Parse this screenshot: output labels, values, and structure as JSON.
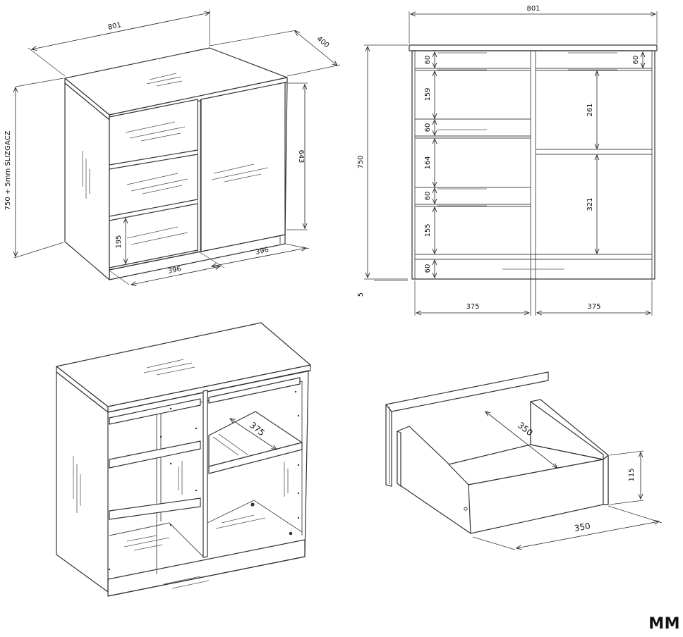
{
  "brand": "MM",
  "iso_view": {
    "width": "801",
    "depth": "400",
    "height_note": "750 + 5mm ŚLIZGACZ",
    "door_height": "643",
    "drawer_height": "195",
    "half_left": "396",
    "half_right": "396"
  },
  "front_view": {
    "width": "801",
    "height": "750",
    "glide": "5",
    "left_col": [
      "60",
      "159",
      "60",
      "164",
      "60",
      "155",
      "60"
    ],
    "right_col": [
      "60",
      "261",
      "321"
    ],
    "bottom_left": "375",
    "bottom_right": "375"
  },
  "open_view": {
    "shelf_depth": "375"
  },
  "drawer_view": {
    "inner_depth": "350",
    "height": "115",
    "width": "350"
  }
}
